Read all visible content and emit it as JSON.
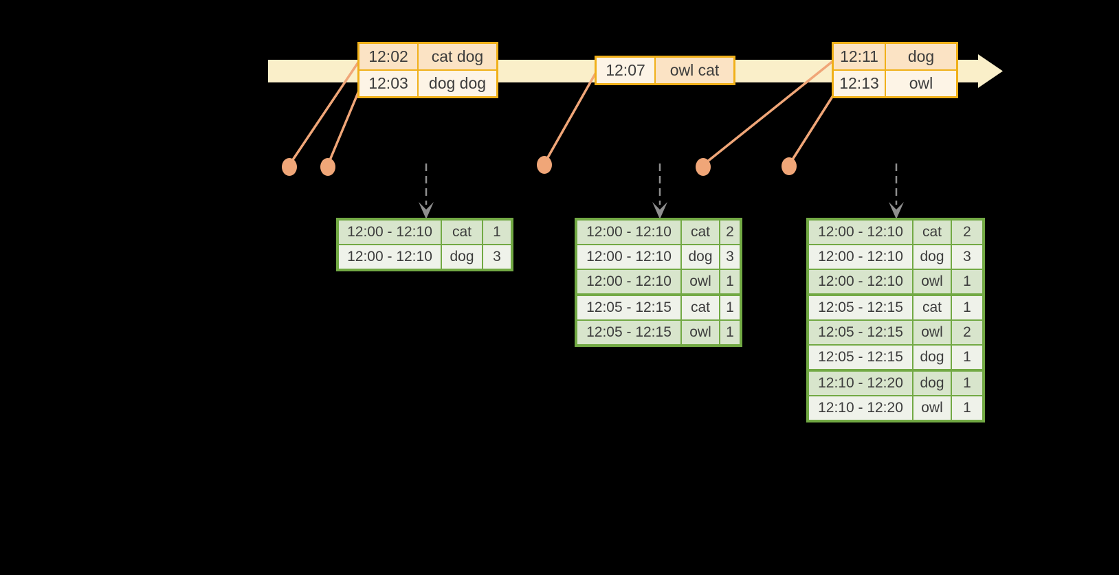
{
  "colors": {
    "gold": "#F0B019",
    "band": "#FAEFC9",
    "peach": "#FBE3C4",
    "cream": "#FDF4E6",
    "salmon": "#F0A678",
    "gray": "#8F8F8F",
    "green": "#72A944",
    "row_green": "#D8E5CC",
    "row_cream": "#EFF2EA",
    "ink": "#3C3C3C",
    "bg": "#000000"
  },
  "timeline": {
    "event_tables": [
      {
        "rows": [
          [
            "12:02",
            "cat dog"
          ],
          [
            "12:03",
            "dog dog"
          ]
        ],
        "shades": [
          [
            "peach",
            "peach"
          ],
          [
            "cream",
            "cream"
          ]
        ]
      },
      {
        "rows": [
          [
            "12:07",
            "owl cat"
          ]
        ],
        "shades": [
          [
            "cream",
            "peach"
          ]
        ]
      },
      {
        "rows": [
          [
            "12:11",
            "dog"
          ],
          [
            "12:13",
            "owl"
          ]
        ],
        "shades": [
          [
            "peach",
            "peach"
          ],
          [
            "cream",
            "cream"
          ]
        ]
      }
    ]
  },
  "result_tables": [
    {
      "rows": [
        [
          "12:00 - 12:10",
          "cat",
          1
        ],
        [
          "12:00 - 12:10",
          "dog",
          3
        ]
      ]
    },
    {
      "rows": [
        [
          "12:00 - 12:10",
          "cat",
          2
        ],
        [
          "12:00 - 12:10",
          "dog",
          3
        ],
        [
          "12:00 - 12:10",
          "owl",
          1
        ],
        [
          "12:05 - 12:15",
          "cat",
          1
        ],
        [
          "12:05 - 12:15",
          "owl",
          1
        ]
      ]
    },
    {
      "rows": [
        [
          "12:00 - 12:10",
          "cat",
          2
        ],
        [
          "12:00 - 12:10",
          "dog",
          3
        ],
        [
          "12:00 - 12:10",
          "owl",
          1
        ],
        [
          "12:05 - 12:15",
          "cat",
          1
        ],
        [
          "12:05 - 12:15",
          "owl",
          2
        ],
        [
          "12:05 - 12:15",
          "dog",
          1
        ],
        [
          "12:10 - 12:20",
          "dog",
          1
        ],
        [
          "12:10 - 12:20",
          "owl",
          1
        ]
      ]
    }
  ]
}
